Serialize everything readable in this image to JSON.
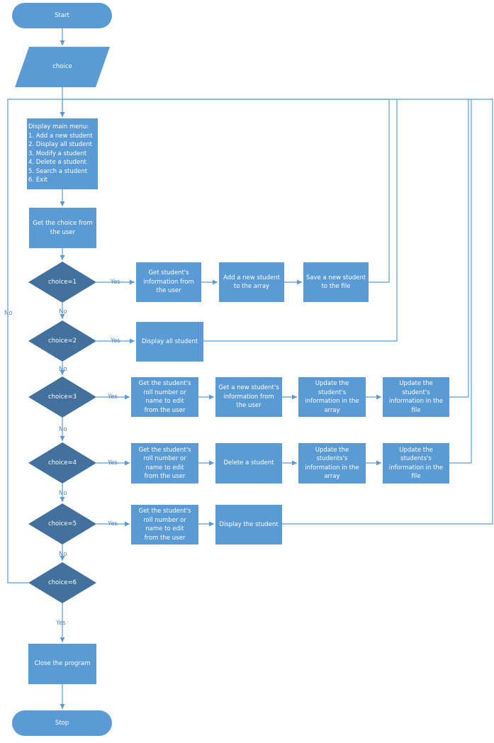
{
  "nodes": {
    "start": "Start",
    "choice_input": "choice",
    "main_menu": "Display main menu:\n1. Add a new student\n2. Display all student\n3. Modify a student\n4. Delete a student\n5. Search a student\n6. Exit",
    "get_choice": "Get the choice from\nthe user",
    "d1": "choice=1",
    "d2": "choice=2",
    "d3": "choice=3",
    "d4": "choice=4",
    "d5": "choice=5",
    "d6": "choice=6",
    "r1_get": "Get student's\ninformation from\nthe user",
    "r1_add": "Add a new student\nto the array",
    "r1_save": "Save a new student\nto the file",
    "r2_display": "Display all student",
    "r3_get": "Get the student's\nroll number or\nname to edit\nfrom the user",
    "r3_new": "Get a new student's\ninformation from\nthe user",
    "r3_upd_array": "Update the\nstudent's\ninformation in the\narray",
    "r3_upd_file": "Update the\nstudent's\ninformation in the\nfile",
    "r4_get": "Get the student's\nroll number or\nname to edit\nfrom the user",
    "r4_delete": "Delete a student",
    "r4_upd_array": "Update the\nstudents's\ninformation in the\narray",
    "r4_upd_file": "Update the\nstudents's\ninformation in the\nfile",
    "r5_get": "Get the student's\nroll number or\nname to edit\nfrom the user",
    "r5_display": "Display the student",
    "close": "Close the program",
    "stop": "Stop"
  },
  "labels": {
    "yes": "Yes",
    "no": "No"
  },
  "colors": {
    "process_fill": "#5b9bd5",
    "decision_fill": "#41719c",
    "connector": "#5b9bd5",
    "label_text": "#4e86c6",
    "node_text": "#ffffff"
  }
}
